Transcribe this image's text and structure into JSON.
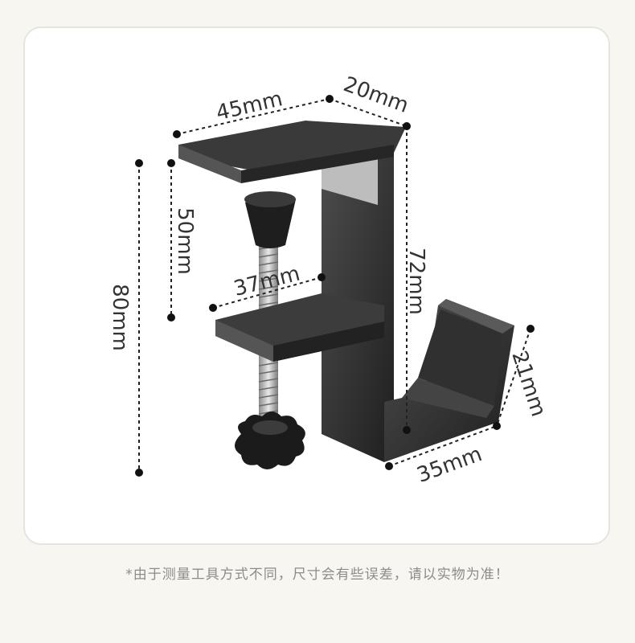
{
  "dimensions": {
    "top_length": "45mm",
    "top_depth": "20mm",
    "inner_height": "50mm",
    "total_height": "80mm",
    "screw_reach": "37mm",
    "hook_height": "72mm",
    "hook_depth": "21mm",
    "hook_length": "35mm"
  },
  "footnote": "*由于测量工具方式不同，尺寸会有些误差，请以实物为准！",
  "colors": {
    "metal": "#2b2b2b",
    "metal_light": "#4a4a4a",
    "steel": "#b8b8b8",
    "background": "#f7f6f1",
    "card": "#ffffff"
  }
}
